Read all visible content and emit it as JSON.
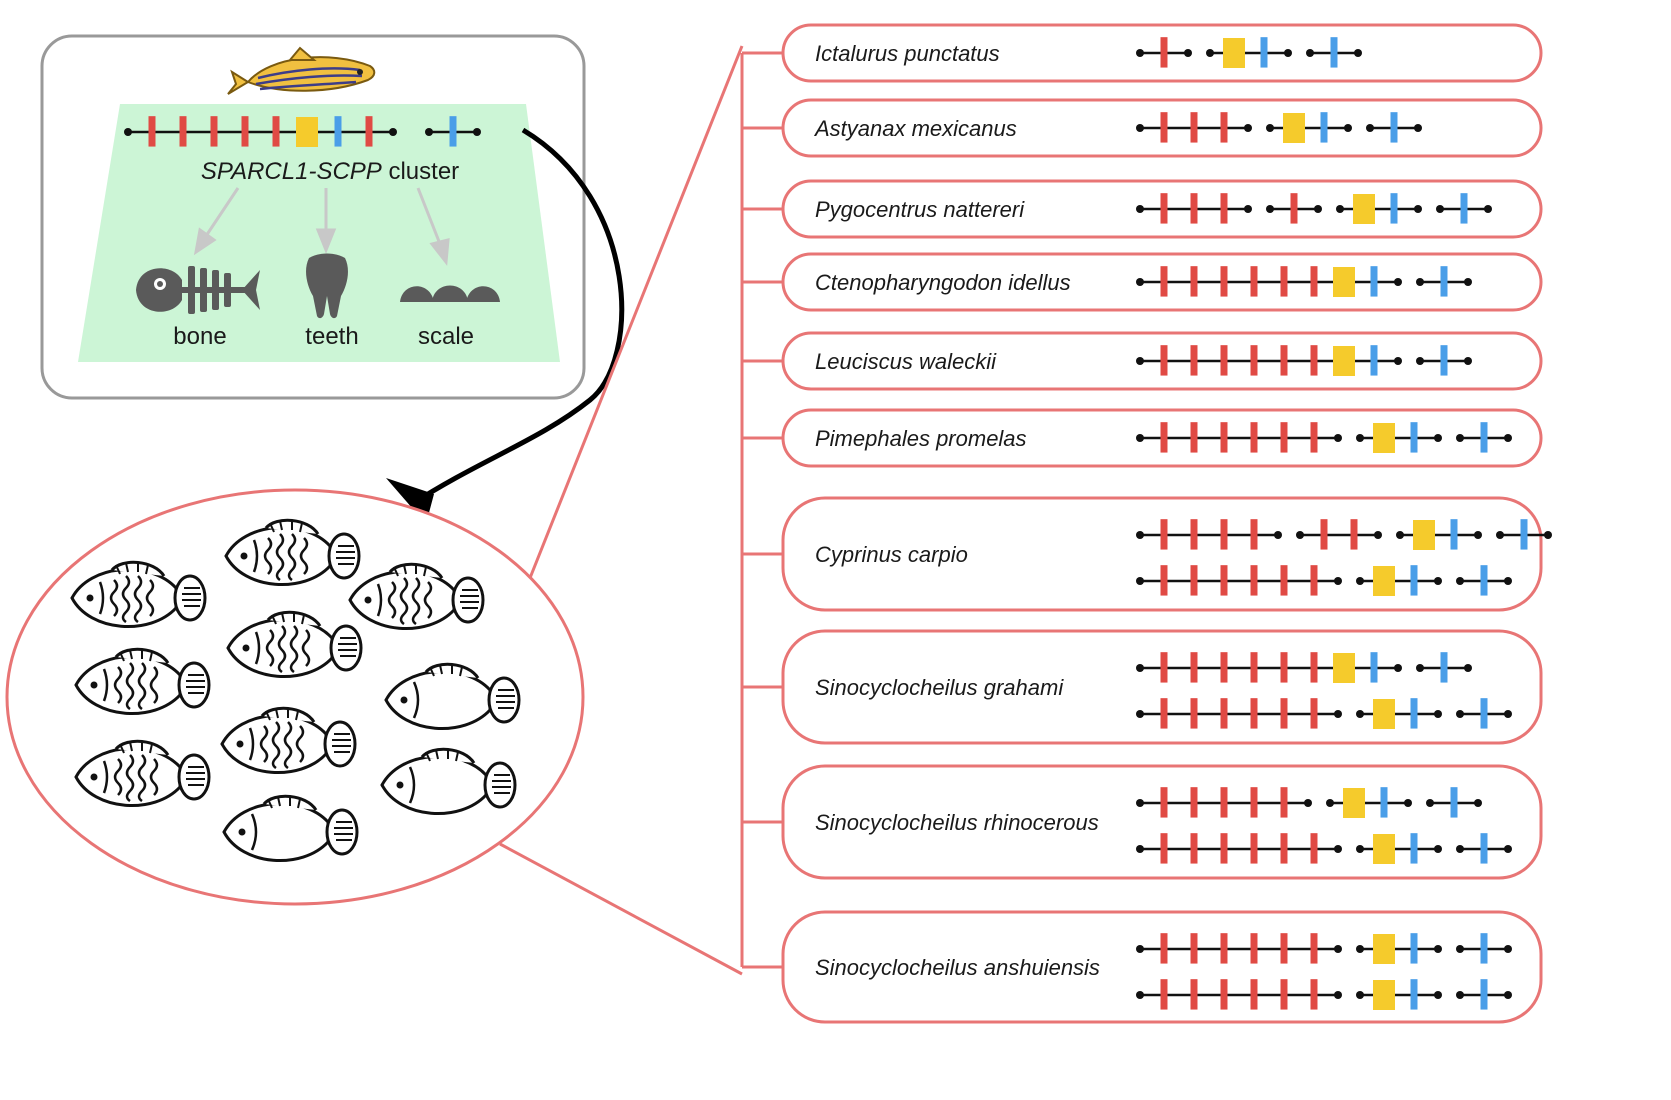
{
  "cluster_panel": {
    "cluster_name_italic": "SPARCL1-SCPP",
    "cluster_name_suffix": " cluster",
    "tissues": [
      {
        "label": "bone",
        "icon": "fish-bone-icon"
      },
      {
        "label": "teeth",
        "icon": "tooth-icon"
      },
      {
        "label": "scale",
        "icon": "scale-icon"
      }
    ],
    "reference_cluster": [
      [
        "R",
        "R",
        "R",
        "R",
        "R",
        "Y",
        "B",
        "R"
      ],
      [
        "B"
      ]
    ]
  },
  "colors": {
    "red_gene": "#e04a44",
    "yellow_gene": "#f5cb2c",
    "blue_gene": "#4a9ee8",
    "bracket": "#e87575",
    "panel_fill": "#ccf5d6",
    "panel_border": "#999999",
    "arrow_gray": "#c8c8c8"
  },
  "species": [
    {
      "name": "Ictalurus punctatus",
      "rows": [
        [
          [
            "R"
          ],
          [
            "Y",
            "B"
          ],
          [
            "B"
          ]
        ]
      ]
    },
    {
      "name": "Astyanax mexicanus",
      "rows": [
        [
          [
            "R",
            "R",
            "R"
          ],
          [
            "Y",
            "B"
          ],
          [
            "B"
          ]
        ]
      ]
    },
    {
      "name": "Pygocentrus nattereri",
      "rows": [
        [
          [
            "R",
            "R",
            "R"
          ],
          [
            "R"
          ],
          [
            "Y",
            "B"
          ],
          [
            "B"
          ]
        ]
      ]
    },
    {
      "name": "Ctenopharyngodon idellus",
      "rows": [
        [
          [
            "R",
            "R",
            "R",
            "R",
            "R",
            "R",
            "Y",
            "B"
          ],
          [
            "B"
          ]
        ]
      ]
    },
    {
      "name": "Leuciscus waleckii",
      "rows": [
        [
          [
            "R",
            "R",
            "R",
            "R",
            "R",
            "R",
            "Y",
            "B"
          ],
          [
            "B"
          ]
        ]
      ]
    },
    {
      "name": "Pimephales promelas",
      "rows": [
        [
          [
            "R",
            "R",
            "R",
            "R",
            "R",
            "R"
          ],
          [
            "Y",
            "B"
          ],
          [
            "B"
          ]
        ]
      ]
    },
    {
      "name": "Cyprinus carpio",
      "rows": [
        [
          [
            "R",
            "R",
            "R",
            "R"
          ],
          [
            "R",
            "R"
          ],
          [
            "Y",
            "B"
          ],
          [
            "B"
          ]
        ],
        [
          [
            "R",
            "R",
            "R",
            "R",
            "R",
            "R"
          ],
          [
            "Y",
            "B"
          ],
          [
            "B"
          ]
        ]
      ]
    },
    {
      "name": "Sinocyclocheilus grahami",
      "rows": [
        [
          [
            "R",
            "R",
            "R",
            "R",
            "R",
            "R",
            "Y",
            "B"
          ],
          [
            "B"
          ]
        ],
        [
          [
            "R",
            "R",
            "R",
            "R",
            "R",
            "R"
          ],
          [
            "Y",
            "B"
          ],
          [
            "B"
          ]
        ]
      ]
    },
    {
      "name": "Sinocyclocheilus rhinocerous",
      "rows": [
        [
          [
            "R",
            "R",
            "R",
            "R",
            "R"
          ],
          [
            "Y",
            "B"
          ],
          [
            "B"
          ]
        ],
        [
          [
            "R",
            "R",
            "R",
            "R",
            "R",
            "R"
          ],
          [
            "Y",
            "B"
          ],
          [
            "B"
          ]
        ]
      ]
    },
    {
      "name": "Sinocyclocheilus anshuiensis",
      "rows": [
        [
          [
            "R",
            "R",
            "R",
            "R",
            "R",
            "R"
          ],
          [
            "Y",
            "B"
          ],
          [
            "B"
          ]
        ],
        [
          [
            "R",
            "R",
            "R",
            "R",
            "R",
            "R"
          ],
          [
            "Y",
            "B"
          ],
          [
            "B"
          ]
        ]
      ]
    }
  ]
}
